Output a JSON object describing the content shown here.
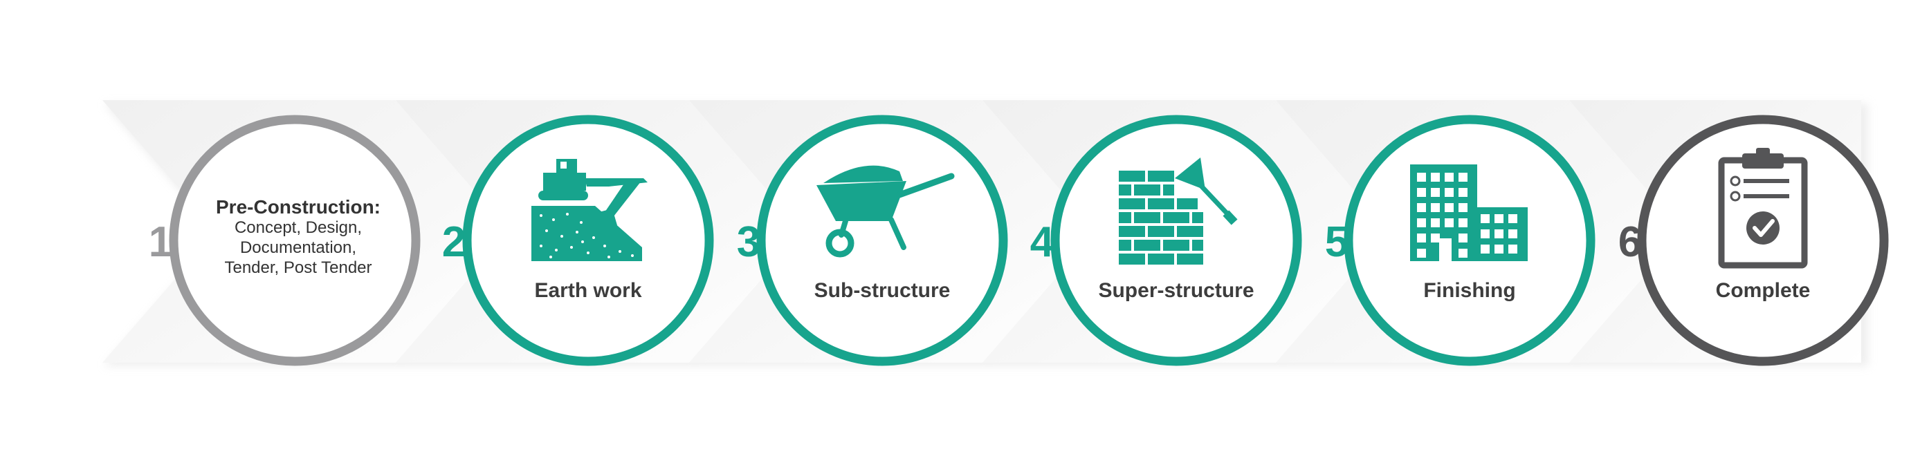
{
  "colors": {
    "accent": "#17a48d",
    "grey_ring": "#9a9a9c",
    "dark_ring": "#555557",
    "label_text": "#3d3d3d"
  },
  "steps": [
    {
      "number": "1",
      "title": "Pre-Construction:",
      "lines": [
        "Concept, Design,",
        "Documentation,",
        "Tender, Post Tender"
      ],
      "ring_color": "grey",
      "icon": "none"
    },
    {
      "number": "2",
      "label": "Earth work",
      "ring_color": "accent",
      "icon": "excavator-icon"
    },
    {
      "number": "3",
      "label": "Sub-structure",
      "ring_color": "accent",
      "icon": "wheelbarrow-icon"
    },
    {
      "number": "4",
      "label": "Super-structure",
      "ring_color": "accent",
      "icon": "brick-wall-trowel-icon"
    },
    {
      "number": "5",
      "label": "Finishing",
      "ring_color": "accent",
      "icon": "buildings-icon"
    },
    {
      "number": "6",
      "label": "Complete",
      "ring_color": "dark",
      "icon": "clipboard-check-icon"
    }
  ]
}
